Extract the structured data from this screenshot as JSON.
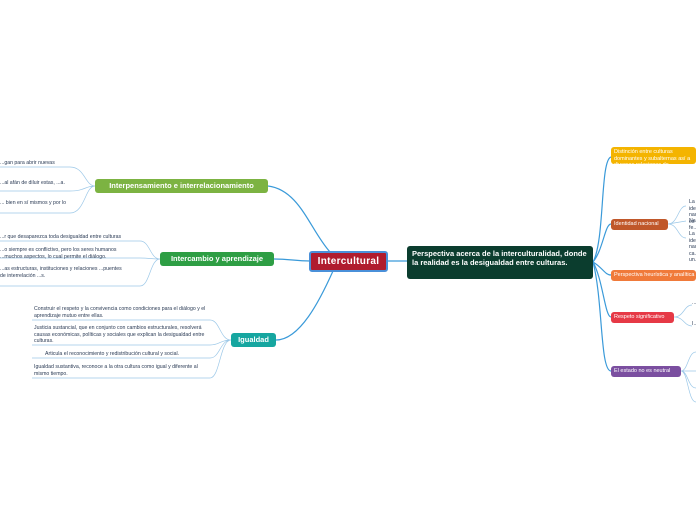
{
  "root": {
    "label": "Intercultural"
  },
  "perspectiva": {
    "label": "Perspectiva acerca de la interculturalidad, donde la realidad es la desigualdad entre culturas.",
    "children": [
      {
        "label": "Distinción entre culturas dominantes y subalternas así a diversas relaciones de desigualdad",
        "color": "#f4b400"
      },
      {
        "label": "Identidad nacional",
        "color": "#c0572a"
      },
      {
        "label": "Perspectiva heurística y analítica",
        "color": "#f07a3a"
      },
      {
        "label": "Respeto significativo",
        "color": "#e63946"
      },
      {
        "label": "El estado no es neutral",
        "color": "#7b4fa0"
      }
    ],
    "identidad_leaves": [
      "La identidad nacional es fe...",
      "Na...",
      "La identidad nacional ca... un..."
    ],
    "respeto_leaves": [
      "...",
      "I..."
    ]
  },
  "interpensamiento": {
    "label": "Interpensamiento e interrelacionamiento",
    "color": "#7cb342",
    "leaves": [
      "...gan para abrir nuevas",
      "...al afán de diluir estas, ...a.",
      "... bien en sí mismos y por lo"
    ]
  },
  "intercambio": {
    "label": "Intercambio y aprendizaje",
    "color": "#2e9e44",
    "leaves": [
      "...r que desaparezca toda desigualdad entre culturas",
      "...o siempre es conflictivo, pero los seres humanos ...muchos aspectos, lo cual permite el diálogo.",
      "...as estructuras, instituciones y relaciones ...puentes de interrelación ...s."
    ]
  },
  "igualdad": {
    "label": "Igualdad",
    "color": "#16a6a0",
    "leaves": [
      "Construir el respeto y la convivencia como condiciones para el diálogo y el aprendizaje mutuo entre ellas.",
      "Justicia sustancial, que en conjunto con cambios estructurales, resolverá causas económicas, políticas y sociales que explican la desigualdad entre culturas.",
      "Articula el reconocimiento y redistribución cultural y social.",
      "Igualdad sustantiva, reconoce a la otra cultura como igual y diferente al mismo tiempo."
    ]
  }
}
